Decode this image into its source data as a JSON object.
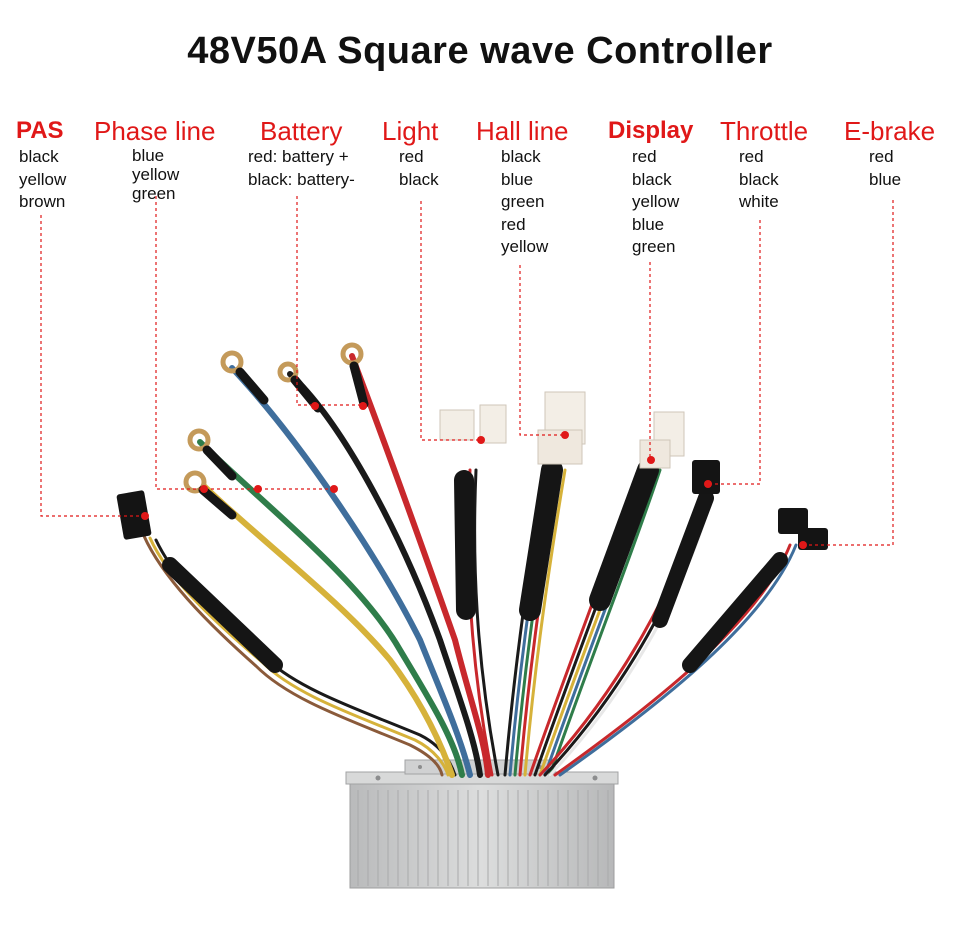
{
  "title": "48V50A Square wave Controller",
  "groups": [
    {
      "name": "PAS",
      "wires": [
        "black",
        "yellow",
        "brown"
      ]
    },
    {
      "name": "Phase line",
      "wires": [
        "blue",
        "yellow",
        "green"
      ]
    },
    {
      "name": "Battery",
      "wires": [
        "red: battery +",
        "black: battery-"
      ]
    },
    {
      "name": "Light",
      "wires": [
        "red",
        "black"
      ]
    },
    {
      "name": "Hall line",
      "wires": [
        "black",
        "blue",
        "green",
        "red",
        "yellow"
      ]
    },
    {
      "name": "Display",
      "wires": [
        "red",
        "black",
        "yellow",
        "blue",
        "green"
      ]
    },
    {
      "name": "Throttle",
      "wires": [
        "red",
        "black",
        "white"
      ]
    },
    {
      "name": "E-brake",
      "wires": [
        "red",
        "blue"
      ]
    }
  ],
  "colors": {
    "label": "#e01818",
    "leader": "#e01818",
    "wire_red": "#c8282c",
    "wire_black": "#1a1a1a",
    "wire_blue": "#3f6e9c",
    "wire_green": "#2f7d4a",
    "wire_yellow": "#d6b23a",
    "controller_body": "#c9cacb"
  }
}
